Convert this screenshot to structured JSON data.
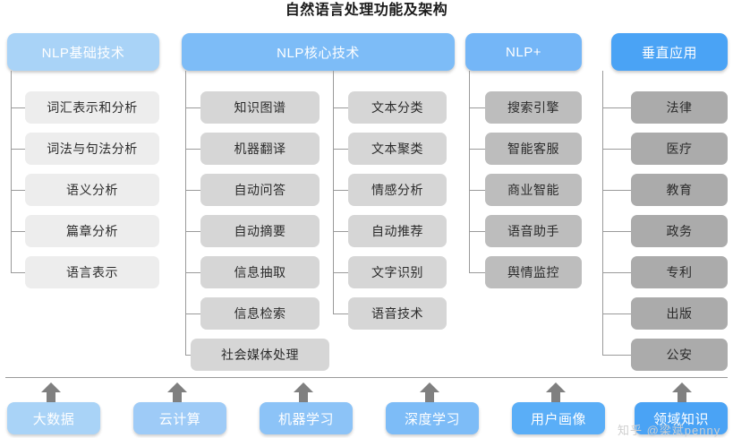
{
  "title": "自然语言处理功能及架构",
  "columns": [
    {
      "id": "nlp-basic",
      "header": "NLP基础技术",
      "header_color": "#a9d3f7",
      "item_color": "#ededed",
      "items": [
        "词汇表示和分析",
        "词法与句法分析",
        "语义分析",
        "篇章分析",
        "语言表示"
      ]
    },
    {
      "id": "nlp-core",
      "header": "NLP核心技术",
      "header_color": "#7dbcf7",
      "item_color": "#d6d6d6",
      "items": [
        "知识图谱",
        "机器翻译",
        "自动问答",
        "自动摘要",
        "信息抽取",
        "信息检索",
        "社会媒体处理"
      ],
      "items_right": [
        "文本分类",
        "文本聚类",
        "情感分析",
        "自动推荐",
        "文字识别",
        "语音技术"
      ]
    },
    {
      "id": "nlp-plus",
      "header": "NLP+",
      "header_color": "#74b6f7",
      "item_color": "#bdbdbd",
      "items": [
        "搜索引擎",
        "智能客服",
        "商业智能",
        "语音助手",
        "舆情监控"
      ]
    },
    {
      "id": "vertical-apps",
      "header": "垂直应用",
      "header_color": "#4aa3f5",
      "item_color": "#ababab",
      "items": [
        "法律",
        "医疗",
        "教育",
        "政务",
        "专利",
        "出版",
        "公安"
      ]
    }
  ],
  "foundation": {
    "items": [
      {
        "label": "大数据",
        "color": "#a9d3f7"
      },
      {
        "label": "云计算",
        "color": "#9ecbf7"
      },
      {
        "label": "机器学习",
        "color": "#8cc3f7"
      },
      {
        "label": "深度学习",
        "color": "#7dbcf7"
      },
      {
        "label": "用户画像",
        "color": "#5aaef7"
      },
      {
        "label": "领域知识",
        "color": "#4aa3f5"
      }
    ],
    "arrow_color": "#808080"
  },
  "watermark": "知乎 @梁斌penny"
}
